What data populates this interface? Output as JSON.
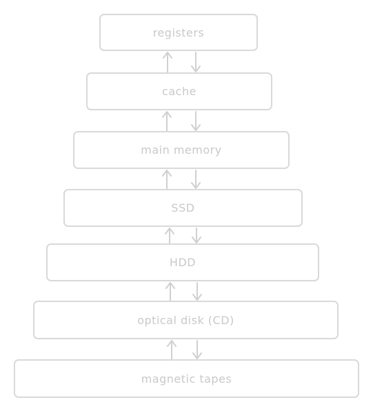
{
  "levels": [
    {
      "label": "registers"
    },
    {
      "label": "cache"
    },
    {
      "label": "main memory"
    },
    {
      "label": "SSD"
    },
    {
      "label": "HDD"
    },
    {
      "label": "optical disk (CD)"
    },
    {
      "label": "magnetic tapes"
    }
  ],
  "colors": {
    "box_border": "#d9d9d9",
    "text": "#c9c9c9",
    "arrow": "#d0d0d0"
  }
}
